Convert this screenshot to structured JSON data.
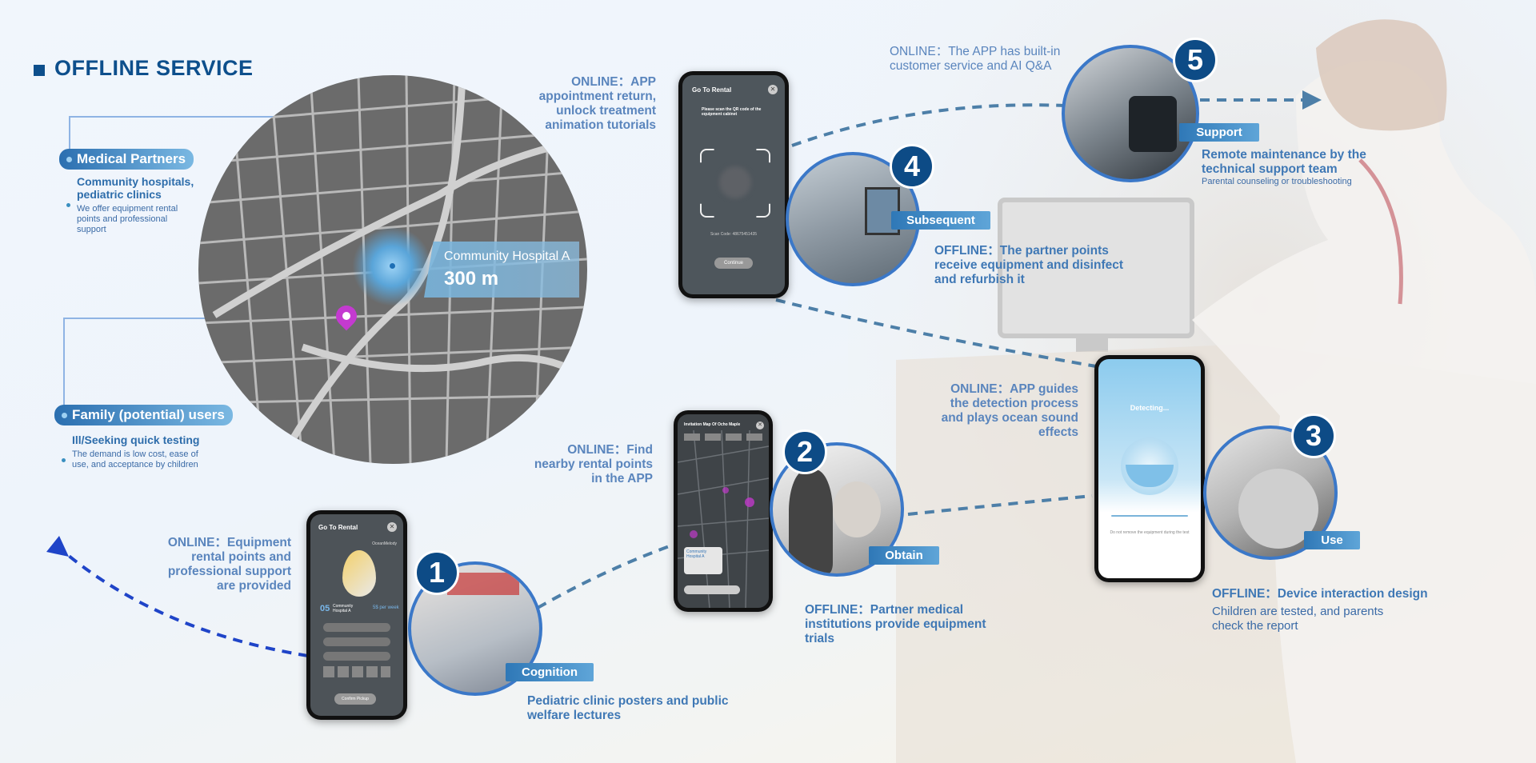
{
  "header": {
    "title": "OFFLINE SERVICE"
  },
  "map": {
    "hospital_name": "Community Hospital A",
    "distance": "300 m"
  },
  "partners": {
    "label": "Medical Partners",
    "subtitle": "Community hospitals, pediatric clinics",
    "desc": "We offer equipment rental points and professional support"
  },
  "users": {
    "label": "Family (potential) users",
    "subtitle": "Ill/Seeking quick testing",
    "desc": "The demand is low cost, ease of use, and acceptance by children"
  },
  "steps": [
    {
      "number": "1",
      "tag": "Cognition",
      "online": "ONLINE：Equipment rental points and professional support are provided",
      "offline": "Pediatric clinic posters and public welfare lectures"
    },
    {
      "number": "2",
      "tag": "Obtain",
      "online": "ONLINE：Find nearby rental points in the APP",
      "offline": "OFFLINE：Partner medical institutions provide equipment trials"
    },
    {
      "number": "3",
      "tag": "Use",
      "online": "ONLINE：APP guides the detection process and plays ocean sound effects",
      "offline_title": "OFFLINE：Device interaction design",
      "offline": "Children are tested, and parents check the report"
    },
    {
      "number": "4",
      "tag": "Subsequent",
      "online": "ONLINE：APP appointment return, unlock treatment animation tutorials",
      "offline": "OFFLINE：The partner points receive equipment and disinfect and refurbish it"
    },
    {
      "number": "5",
      "tag": "Support",
      "online": "ONLINE：The APP has built-in customer service and AI Q&A",
      "offline": "Remote maintenance by the technical support team",
      "offline_note": "Parental counseling or troubleshooting"
    }
  ],
  "phones": {
    "rental": {
      "title": "Go To Rental",
      "sub": "OceanMelody",
      "loc_code": "05",
      "loc_name": "Community Hospital A",
      "price": "5$ per week",
      "btn": "Confirm Pickup"
    },
    "map_phone": {
      "title": "Invitation Map Of Ocho Maple",
      "card": "Community Hospital A"
    },
    "scan": {
      "title": "Go To Rental",
      "prompt": "Please scan the QR code of the equipment cabinet",
      "code": "Scan Code: 48675451435",
      "btn": "Continue"
    },
    "detect": {
      "title": "Detecting...",
      "note": "Do not remove the equipment during the test"
    }
  },
  "colors": {
    "navy": "#0d4f8c",
    "accent": "#3b78c8",
    "dash": "#4d7fa8",
    "pin": "#c43ad0"
  }
}
